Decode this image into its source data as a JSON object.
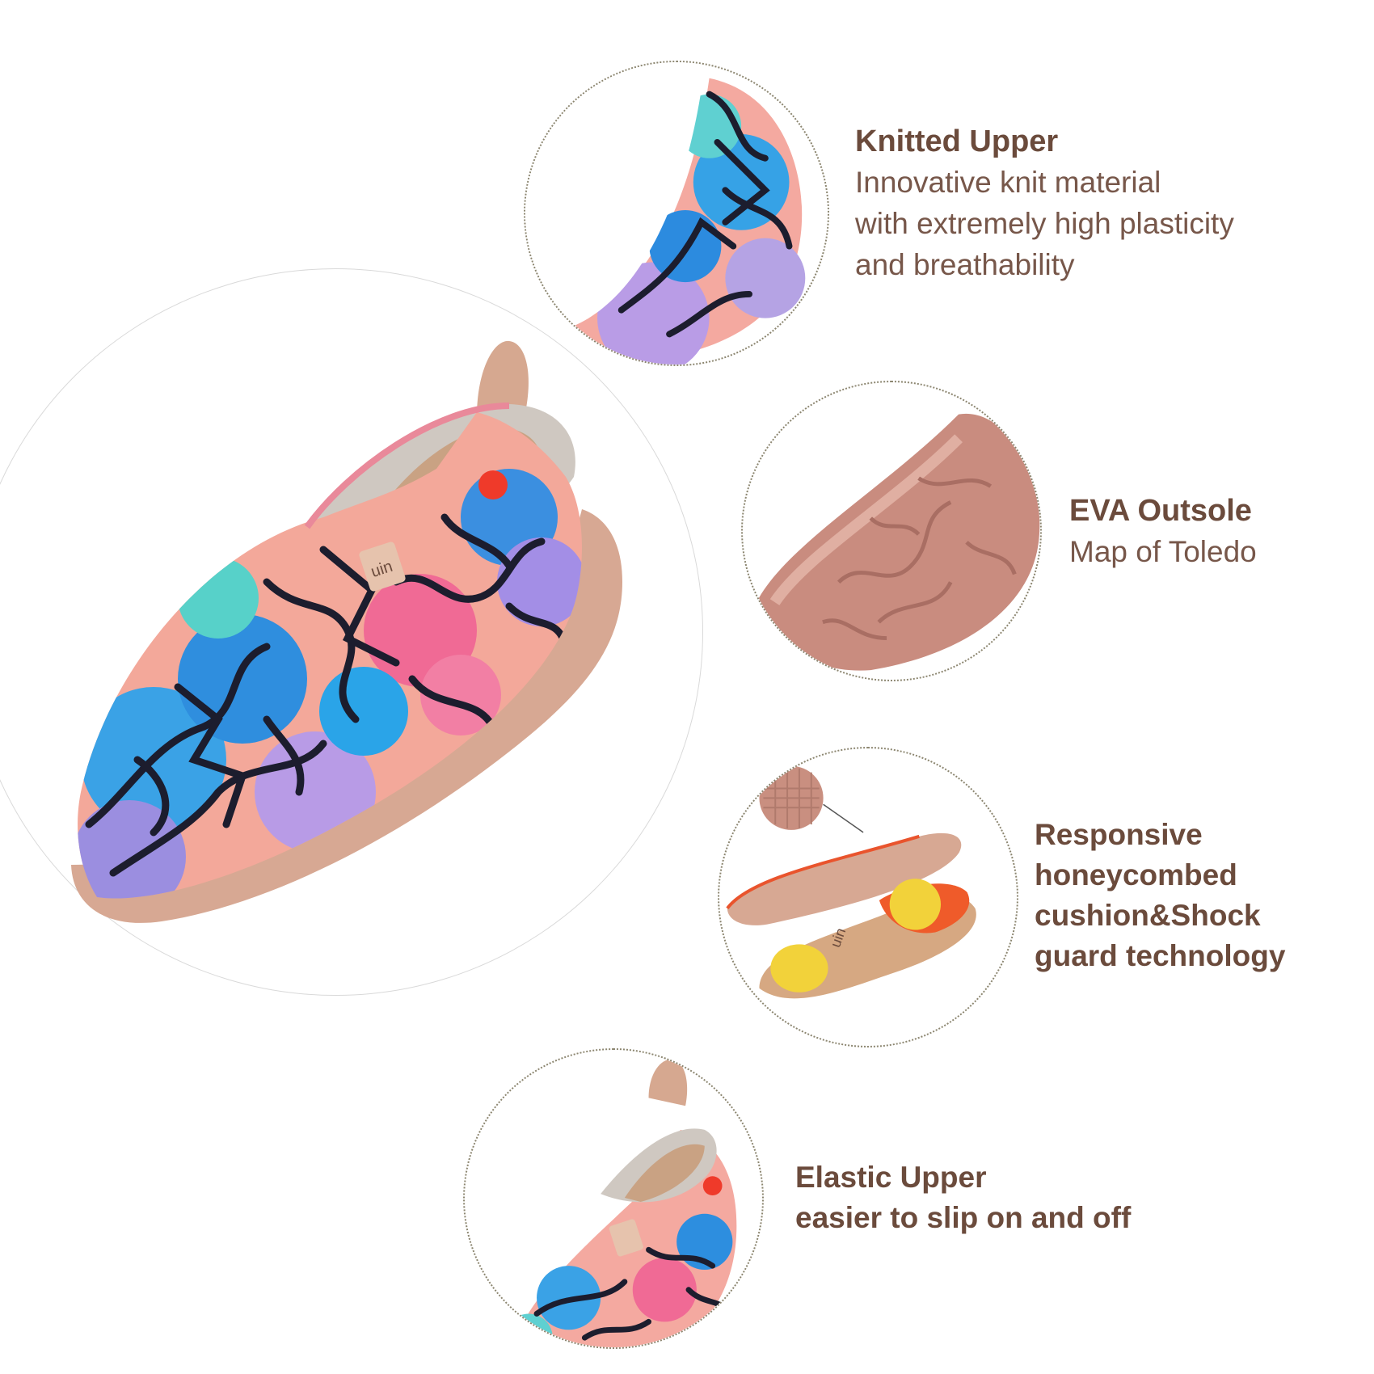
{
  "features": [
    {
      "title": "Knitted Upper",
      "desc_lines": [
        "Innovative knit material",
        "with extremely high plasticity",
        "and breathability"
      ]
    },
    {
      "title": "EVA Outsole",
      "desc_lines": [
        "Map of Toledo"
      ]
    },
    {
      "title_lines": [
        "Responsive",
        "honeycombed",
        "cushion&Shock",
        "guard technology"
      ]
    },
    {
      "title": "Elastic Upper",
      "desc_bold": "easier to slip on and off"
    }
  ],
  "shoe": {
    "tab_label": "uin"
  },
  "insole": {
    "brand_mark": "uin"
  },
  "colors": {
    "text": "#6b4b3c",
    "sole": "#d7a893",
    "dotted": "#8c8670"
  }
}
